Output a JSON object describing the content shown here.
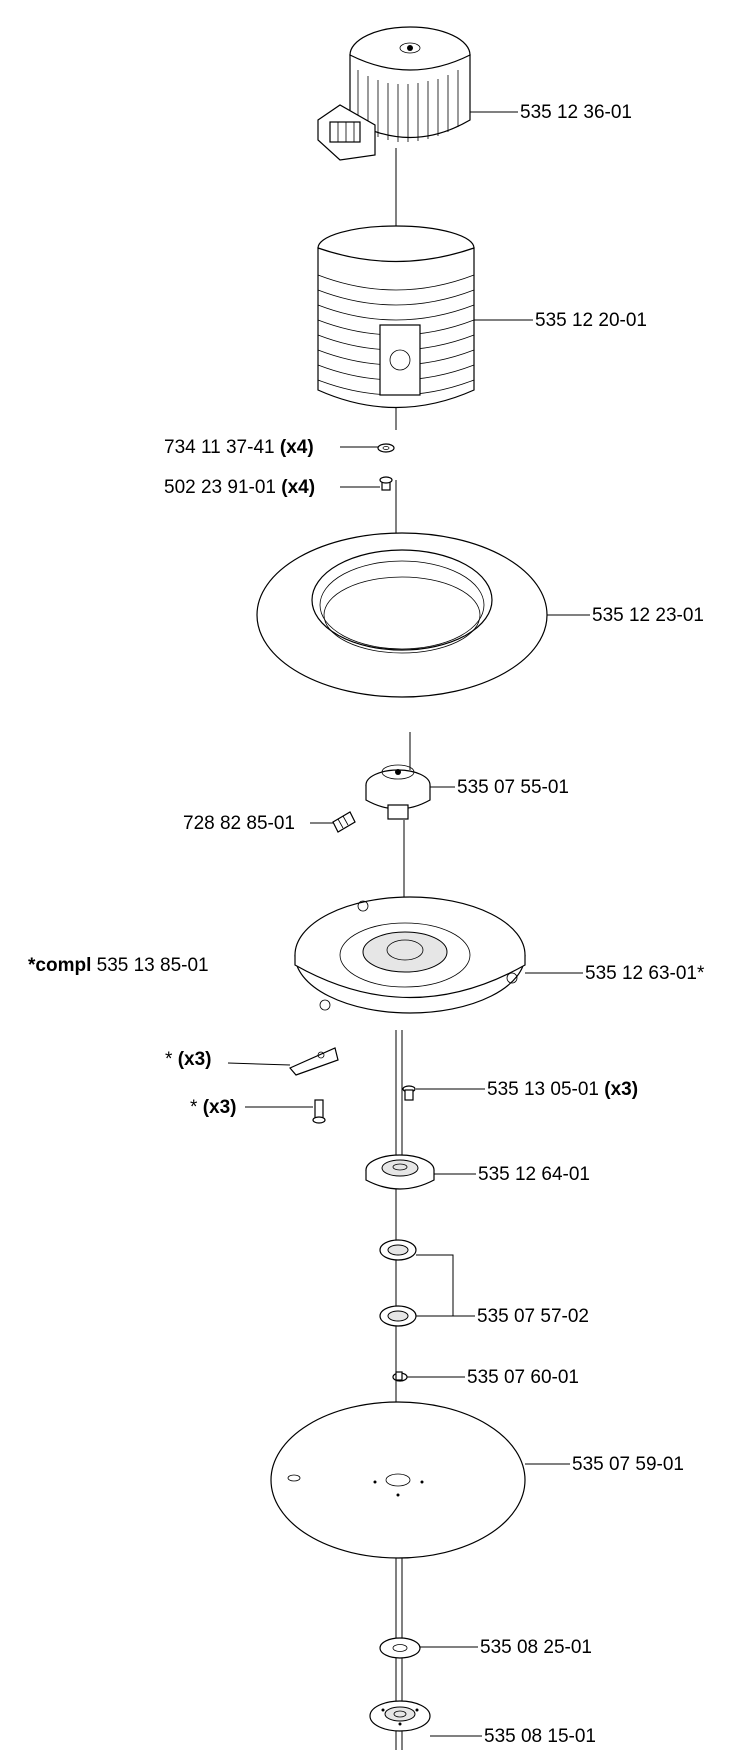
{
  "parts": [
    {
      "id": "motor",
      "number": "535 12 36-01",
      "qty": ""
    },
    {
      "id": "housing",
      "number": "535 12 20-01",
      "qty": ""
    },
    {
      "id": "washer-4",
      "number": "734 11 37-41",
      "qty": "(x4)"
    },
    {
      "id": "screw-4",
      "number": "502 23 91-01",
      "qty": "(x4)"
    },
    {
      "id": "ring-cover",
      "number": "535 12 23-01",
      "qty": ""
    },
    {
      "id": "hub",
      "number": "535 07 55-01",
      "qty": ""
    },
    {
      "id": "set-screw",
      "number": "728 82 85-01",
      "qty": ""
    },
    {
      "id": "compl",
      "prefix": "*compl",
      "number": "535 13 85-01",
      "qty": ""
    },
    {
      "id": "blade-disc",
      "number": "535 12 63-01*",
      "qty": ""
    },
    {
      "id": "blade",
      "number": "*",
      "qty": "(x3)"
    },
    {
      "id": "blade-screw",
      "number": "*",
      "qty": "(x3)"
    },
    {
      "id": "screw-3",
      "number": "535 13 05-01",
      "qty": "(x3)"
    },
    {
      "id": "bearing-housing",
      "number": "535 12 64-01",
      "qty": ""
    },
    {
      "id": "bearings",
      "number": "535 07 57-02",
      "qty": ""
    },
    {
      "id": "small-screw",
      "number": "535 07 60-01",
      "qty": ""
    },
    {
      "id": "slide-plate",
      "number": "535 07 59-01",
      "qty": ""
    },
    {
      "id": "washer",
      "number": "535 08 25-01",
      "qty": ""
    },
    {
      "id": "bottom-bushing",
      "number": "535 08 15-01",
      "qty": ""
    }
  ]
}
